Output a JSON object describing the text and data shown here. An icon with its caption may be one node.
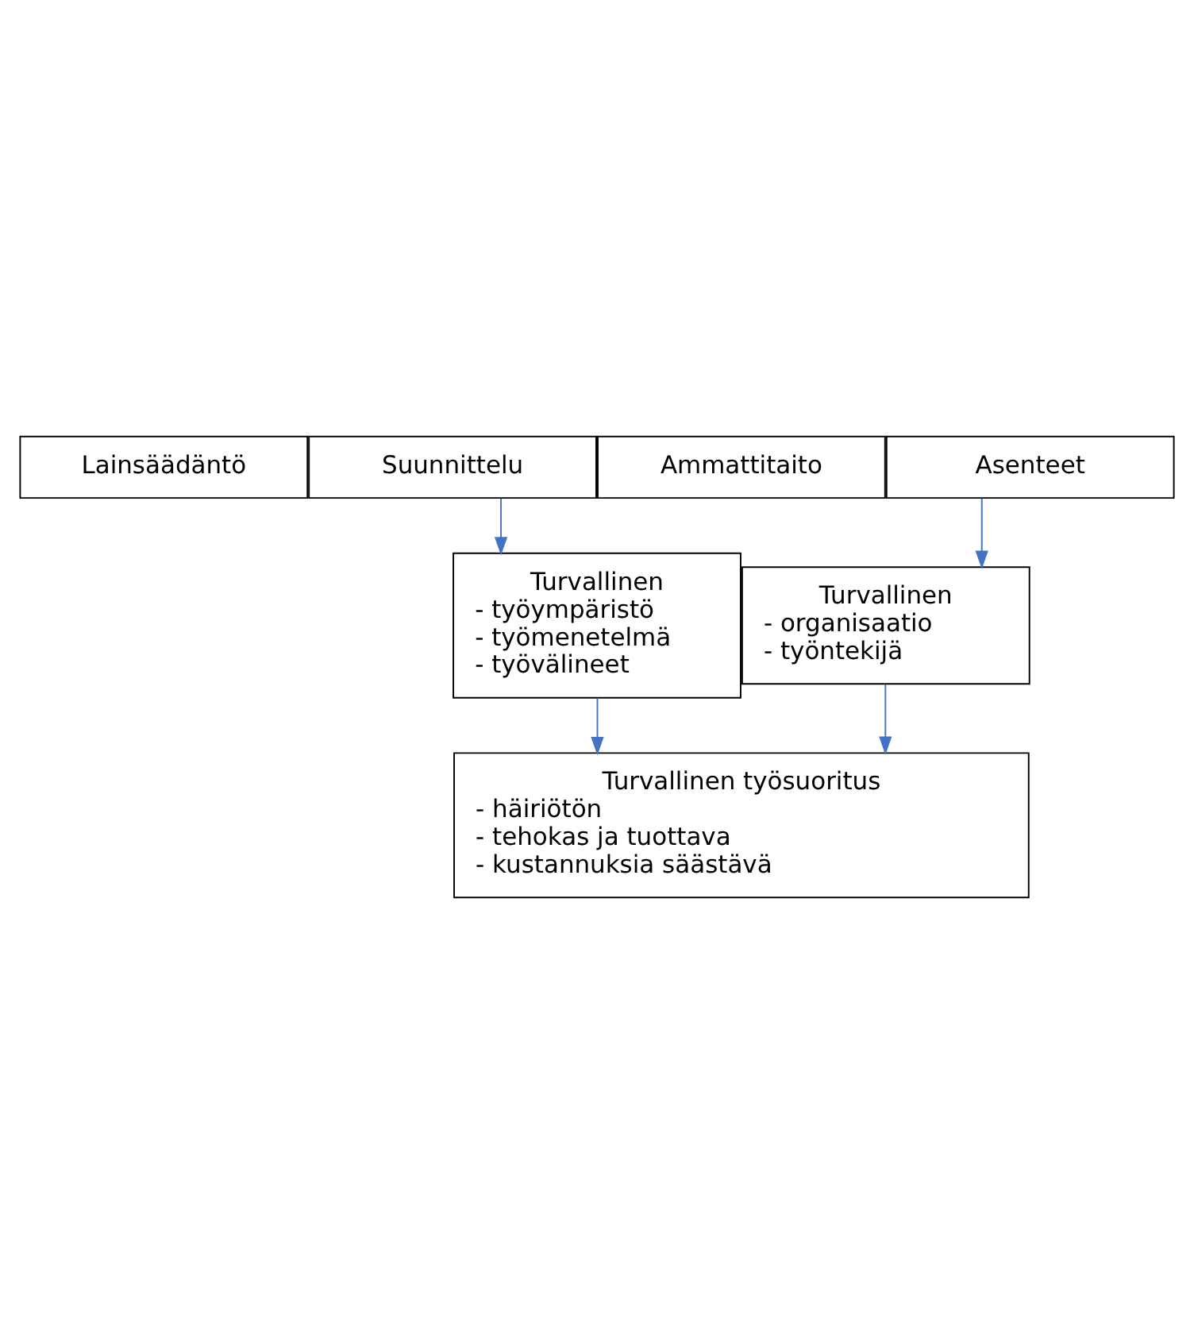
{
  "diagram": {
    "nodes": [
      {
        "text": [
          "Lainsäädäntö"
        ]
      },
      {
        "text": [
          "Ammattitaito"
        ]
      },
      {
        "text": [
          "Suunnittelu"
        ]
      },
      {
        "text": [
          "Asenteet"
        ]
      },
      {
        "text": [
          "Turvallinen",
          "- työympäristö",
          "- työmenetelmä",
          "- työvälineet"
        ]
      },
      {
        "text": [
          "Turvallinen",
          "- organisaatio",
          "- työntekijä"
        ]
      },
      {
        "text": [
          "Turvallinen työsuoritus",
          "- häiriötön",
          "- tehokas ja tuottava",
          "- kustannuksia säästävä"
        ]
      }
    ],
    "edges": [
      {
        "from": 2,
        "to": 4,
        "arrow": "to",
        "color": "#4472c4"
      },
      {
        "from": 3,
        "to": 5,
        "arrow": "to",
        "color": "#4472c4"
      },
      {
        "from": 4,
        "to": 6,
        "arrow": "to",
        "color": "#4472c4"
      },
      {
        "from": 5,
        "to": 6,
        "arrow": "to",
        "color": "#4472c4"
      }
    ]
  }
}
